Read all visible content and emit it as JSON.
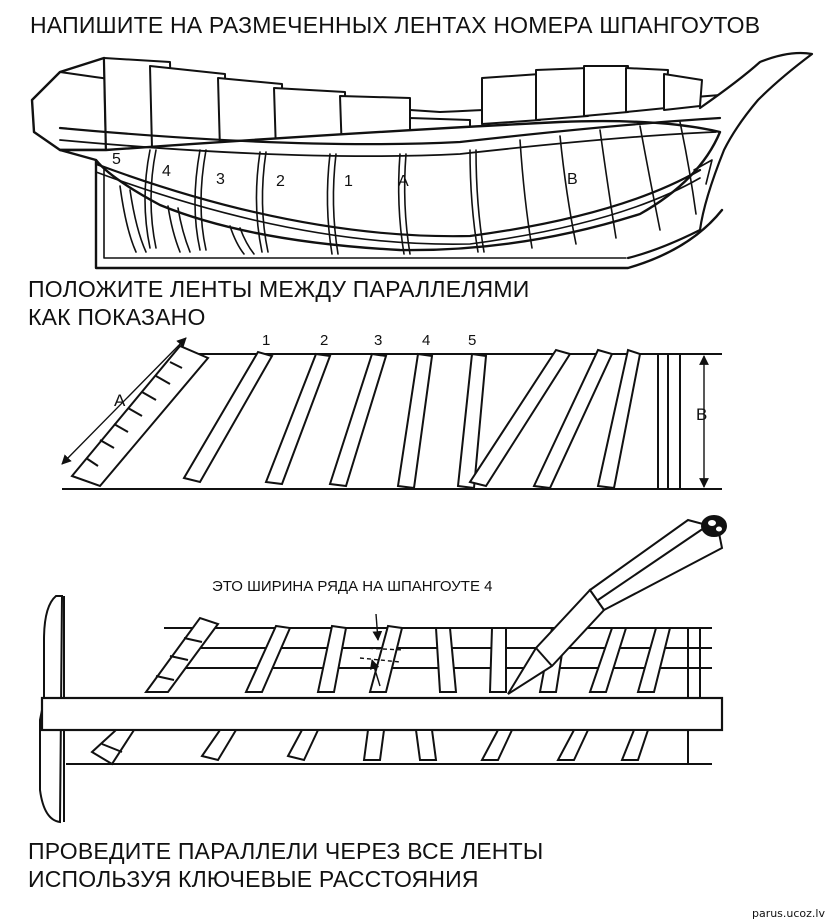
{
  "headings": {
    "step1": "НАПИШИТЕ НА РАЗМЕЧЕННЫХ ЛЕНТАХ НОМЕРА ШПАНГОУТОВ",
    "step2_line1": "ПОЛОЖИТЕ ЛЕНТЫ МЕЖДУ ПАРАЛЛЕЛЯМИ",
    "step2_line2": "КАК ПОКАЗАНО",
    "step3_line1": "ПРОВЕДИТЕ ПАРАЛЛЕЛИ ЧЕРЕЗ ВСЕ ЛЕНТЫ",
    "step3_line2": "ИСПОЛЬЗУЯ КЛЮЧЕВЫЕ РАССТОЯНИЯ"
  },
  "hull_labels": {
    "frame5": "5",
    "frame4": "4",
    "frame3": "3",
    "frame2": "2",
    "frame1": "1",
    "mark_a": "A",
    "mark_b": "B"
  },
  "strip_labels": {
    "n1": "1",
    "n2": "2",
    "n3": "3",
    "n4": "4",
    "n5": "5",
    "dim_a": "A",
    "dim_b": "B"
  },
  "annotation": "ЭТО ШИРИНА РЯДА НА ШПАНГОУТЕ 4",
  "credit": "parus.ucoz.lv"
}
